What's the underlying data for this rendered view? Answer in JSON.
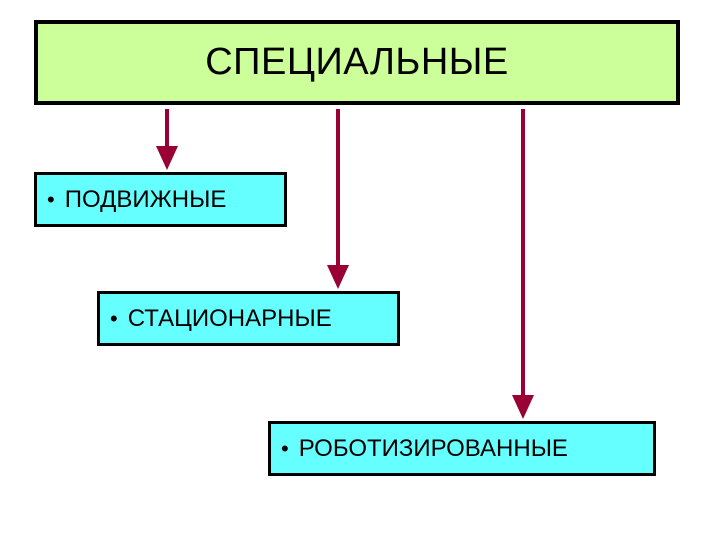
{
  "diagram": {
    "root": {
      "title": "СПЕЦИАЛЬНЫЕ"
    },
    "children": [
      {
        "bullet": "•",
        "label": "ПОДВИЖНЫЕ"
      },
      {
        "bullet": "•",
        "label": "СТАЦИОНАРНЫЕ"
      },
      {
        "bullet": "•",
        "label": "РОБОТИЗИРОВАННЫЕ"
      }
    ]
  },
  "colors": {
    "root_fill": "#ccff99",
    "child_fill": "#66ffff",
    "arrow": "#990033",
    "border": "#000000"
  }
}
